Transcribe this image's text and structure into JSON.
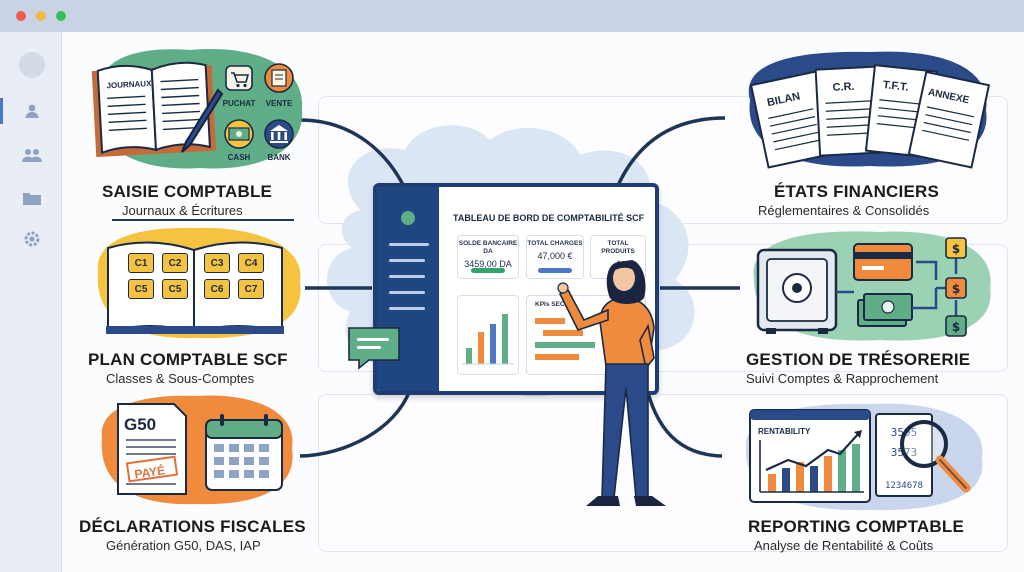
{
  "window": {
    "title": ""
  },
  "sections": {
    "saisie": {
      "title": "SAISIE COMPTABLE",
      "subtitle": "Journaux & Écritures"
    },
    "plan": {
      "title": "PLAN COMPTABLE SCF",
      "subtitle": "Classes & Sous-Comptes"
    },
    "declarations": {
      "title": "DÉCLARATIONS FISCALES",
      "subtitle": "Génération G50, DAS, IAP"
    },
    "etats": {
      "title": "ÉTATS FINANCIERS",
      "subtitle": "Réglementaires & Consolidés"
    },
    "tresorerie": {
      "title": "GESTION DE TRÉSORERIE",
      "subtitle": "Suivi Comptes & Rapprochement"
    },
    "reporting": {
      "title": "REPORTING COMPTABLE",
      "subtitle": "Analyse de Rentabilité & Coûts"
    }
  },
  "journal": {
    "book_label": "JOURNAUX",
    "items": [
      "PUCHAT",
      "VENTE",
      "CASH",
      "BANK"
    ]
  },
  "plan_classes": [
    "C1",
    "C2",
    "C3",
    "C4",
    "C5",
    "C5",
    "C6",
    "C7"
  ],
  "fiscal": {
    "form_label": "G50",
    "stamp": "PAYÉ"
  },
  "documents": [
    "BILAN",
    "C.R.",
    "T.F.T.",
    "ANNEXE"
  ],
  "reporting_chart": {
    "label": "RENTABILITY",
    "numbers": [
      "3595",
      "3573",
      "1234678"
    ]
  },
  "dashboard": {
    "title": "TABLEAU DE BORD DE COMPTABILITÉ SCF",
    "kpis": [
      {
        "label": "SOLDE BANCAIRE DA",
        "value": "3459,00 DA"
      },
      {
        "label": "TOTAL CHARGES",
        "value": "47,000 €"
      },
      {
        "label": "TOTAL PRODUITS",
        "value": "4"
      }
    ],
    "panel_label": "KPIs SECUR"
  },
  "colors": {
    "green": "#5fae88",
    "orange": "#f08a3c",
    "yellow": "#f6c341",
    "navy": "#1f3d72",
    "cloud": "#dbe6f5"
  }
}
